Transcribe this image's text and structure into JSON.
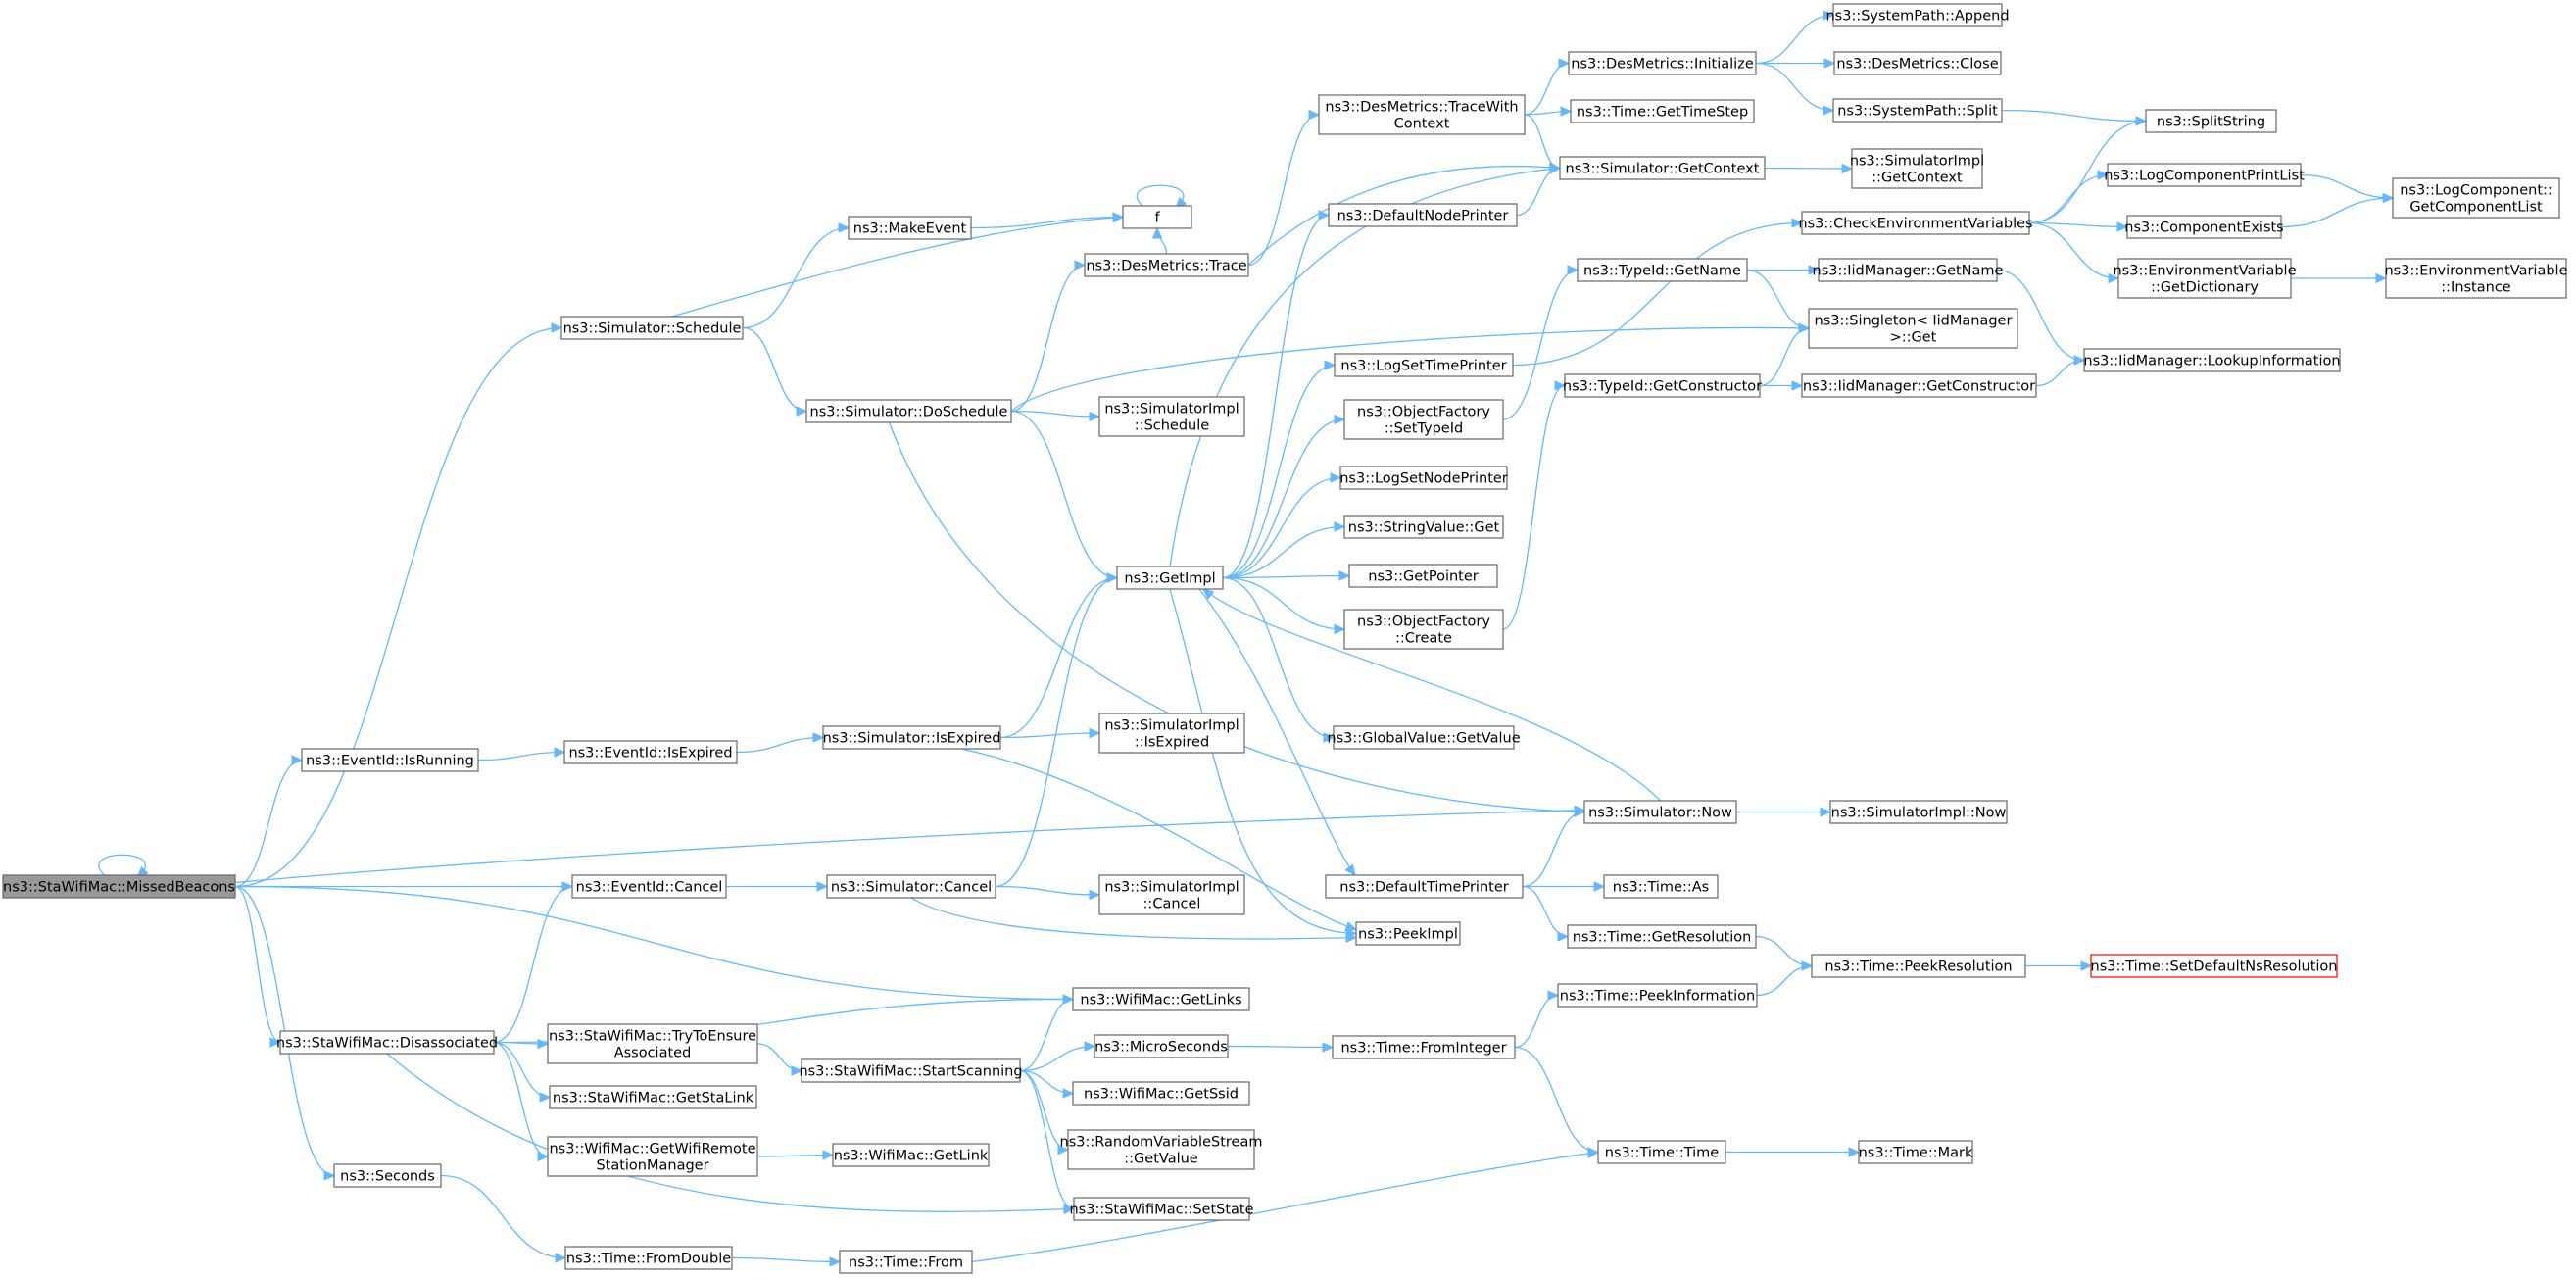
{
  "graph": {
    "type": "call-graph",
    "colors": {
      "edge": "#63b8ff",
      "node_border": "#666666",
      "root_fill": "#999999",
      "truncated_border": "#ff0000"
    },
    "nodes": [
      {
        "id": "n0",
        "label": [
          "ns3::StaWifiMac::MissedBeacons"
        ],
        "style": "root"
      },
      {
        "id": "n1",
        "label": [
          "ns3::Simulator::Schedule"
        ]
      },
      {
        "id": "n2",
        "label": [
          "ns3::EventId::IsRunning"
        ]
      },
      {
        "id": "n3",
        "label": [
          "ns3::EventId::Cancel"
        ]
      },
      {
        "id": "n4",
        "label": [
          "ns3::StaWifiMac::Disassociated"
        ]
      },
      {
        "id": "n5",
        "label": [
          "ns3::Seconds"
        ]
      },
      {
        "id": "n6",
        "label": [
          "ns3::MakeEvent"
        ]
      },
      {
        "id": "n7",
        "label": [
          "f"
        ]
      },
      {
        "id": "n8",
        "label": [
          "ns3::Simulator::DoSchedule"
        ]
      },
      {
        "id": "n9",
        "label": [
          "ns3::DesMetrics::Trace"
        ]
      },
      {
        "id": "n10",
        "label": [
          "ns3::SimulatorImpl",
          "::Schedule"
        ]
      },
      {
        "id": "n11",
        "label": [
          "ns3::GetImpl"
        ]
      },
      {
        "id": "n12",
        "label": [
          "ns3::EventId::IsExpired"
        ]
      },
      {
        "id": "n13",
        "label": [
          "ns3::Simulator::IsExpired"
        ]
      },
      {
        "id": "n14",
        "label": [
          "ns3::SimulatorImpl",
          "::IsExpired"
        ]
      },
      {
        "id": "n15",
        "label": [
          "ns3::Simulator::Cancel"
        ]
      },
      {
        "id": "n16",
        "label": [
          "ns3::SimulatorImpl",
          "::Cancel"
        ]
      },
      {
        "id": "n17",
        "label": [
          "ns3::PeekImpl"
        ]
      },
      {
        "id": "n18",
        "label": [
          "ns3::WifiMac::GetLinks"
        ]
      },
      {
        "id": "n19",
        "label": [
          "ns3::StaWifiMac::TryToEnsure",
          "Associated"
        ]
      },
      {
        "id": "n20",
        "label": [
          "ns3::StaWifiMac::StartScanning"
        ]
      },
      {
        "id": "n21",
        "label": [
          "ns3::StaWifiMac::GetStaLink"
        ]
      },
      {
        "id": "n22",
        "label": [
          "ns3::WifiMac::GetWifiRemote",
          "StationManager"
        ]
      },
      {
        "id": "n23",
        "label": [
          "ns3::WifiMac::GetLink"
        ]
      },
      {
        "id": "n24",
        "label": [
          "ns3::StaWifiMac::SetState"
        ]
      },
      {
        "id": "n25",
        "label": [
          "ns3::Time::FromDouble"
        ]
      },
      {
        "id": "n26",
        "label": [
          "ns3::Time::From"
        ]
      },
      {
        "id": "n27",
        "label": [
          "ns3::MicroSeconds"
        ]
      },
      {
        "id": "n28",
        "label": [
          "ns3::WifiMac::GetSsid"
        ]
      },
      {
        "id": "n29",
        "label": [
          "ns3::RandomVariableStream",
          "::GetValue"
        ]
      },
      {
        "id": "n30",
        "label": [
          "ns3::DesMetrics::TraceWith",
          "Context"
        ]
      },
      {
        "id": "n31",
        "label": [
          "ns3::DefaultNodePrinter"
        ]
      },
      {
        "id": "n32",
        "label": [
          "ns3::LogSetTimePrinter"
        ]
      },
      {
        "id": "n33",
        "label": [
          "ns3::ObjectFactory",
          "::SetTypeId"
        ]
      },
      {
        "id": "n34",
        "label": [
          "ns3::LogSetNodePrinter"
        ]
      },
      {
        "id": "n35",
        "label": [
          "ns3::StringValue::Get"
        ]
      },
      {
        "id": "n36",
        "label": [
          "ns3::GetPointer"
        ]
      },
      {
        "id": "n37",
        "label": [
          "ns3::ObjectFactory",
          "::Create"
        ]
      },
      {
        "id": "n38",
        "label": [
          "ns3::GlobalValue::GetValue"
        ]
      },
      {
        "id": "n39",
        "label": [
          "ns3::DefaultTimePrinter"
        ]
      },
      {
        "id": "n40",
        "label": [
          "ns3::Simulator::Now"
        ]
      },
      {
        "id": "n41",
        "label": [
          "ns3::SimulatorImpl::Now"
        ]
      },
      {
        "id": "n42",
        "label": [
          "ns3::Time::As"
        ]
      },
      {
        "id": "n43",
        "label": [
          "ns3::Time::GetResolution"
        ]
      },
      {
        "id": "n44",
        "label": [
          "ns3::Time::PeekResolution"
        ]
      },
      {
        "id": "n45",
        "label": [
          "ns3::Time::SetDefaultNsResolution"
        ],
        "style": "truncated"
      },
      {
        "id": "n46",
        "label": [
          "ns3::Time::PeekInformation"
        ]
      },
      {
        "id": "n47",
        "label": [
          "ns3::Time::FromInteger"
        ]
      },
      {
        "id": "n48",
        "label": [
          "ns3::Time::Time"
        ]
      },
      {
        "id": "n49",
        "label": [
          "ns3::Time::Mark"
        ]
      },
      {
        "id": "n50",
        "label": [
          "ns3::DesMetrics::Initialize"
        ]
      },
      {
        "id": "n51",
        "label": [
          "ns3::Time::GetTimeStep"
        ]
      },
      {
        "id": "n52",
        "label": [
          "ns3::Simulator::GetContext"
        ]
      },
      {
        "id": "n53",
        "label": [
          "ns3::SystemPath::Append"
        ]
      },
      {
        "id": "n54",
        "label": [
          "ns3::DesMetrics::Close"
        ]
      },
      {
        "id": "n55",
        "label": [
          "ns3::SystemPath::Split"
        ]
      },
      {
        "id": "n56",
        "label": [
          "ns3::SplitString"
        ]
      },
      {
        "id": "n57",
        "label": [
          "ns3::SimulatorImpl",
          "::GetContext"
        ]
      },
      {
        "id": "n58",
        "label": [
          "ns3::CheckEnvironmentVariables"
        ]
      },
      {
        "id": "n59",
        "label": [
          "ns3::LogComponentPrintList"
        ]
      },
      {
        "id": "n60",
        "label": [
          "ns3::LogComponent::",
          "GetComponentList"
        ]
      },
      {
        "id": "n61",
        "label": [
          "ns3::ComponentExists"
        ]
      },
      {
        "id": "n62",
        "label": [
          "ns3::EnvironmentVariable",
          "::GetDictionary"
        ]
      },
      {
        "id": "n63",
        "label": [
          "ns3::EnvironmentVariable",
          "::Instance"
        ]
      },
      {
        "id": "n64",
        "label": [
          "ns3::TypeId::GetName"
        ]
      },
      {
        "id": "n65",
        "label": [
          "ns3::IidManager::GetName"
        ]
      },
      {
        "id": "n66",
        "label": [
          "ns3::Singleton< IidManager",
          " >::Get"
        ]
      },
      {
        "id": "n67",
        "label": [
          "ns3::IidManager::LookupInformation"
        ]
      },
      {
        "id": "n68",
        "label": [
          "ns3::TypeId::GetConstructor"
        ]
      },
      {
        "id": "n69",
        "label": [
          "ns3::IidManager::GetConstructor"
        ]
      }
    ],
    "edges": [
      [
        "n0",
        "n0"
      ],
      [
        "n0",
        "n1"
      ],
      [
        "n0",
        "n2"
      ],
      [
        "n0",
        "n3"
      ],
      [
        "n0",
        "n4"
      ],
      [
        "n0",
        "n5"
      ],
      [
        "n0",
        "n18"
      ],
      [
        "n0",
        "n40"
      ],
      [
        "n1",
        "n6"
      ],
      [
        "n1",
        "n7"
      ],
      [
        "n1",
        "n8"
      ],
      [
        "n6",
        "n7"
      ],
      [
        "n7",
        "n7"
      ],
      [
        "n8",
        "n9"
      ],
      [
        "n8",
        "n10"
      ],
      [
        "n8",
        "n11"
      ],
      [
        "n8",
        "n40"
      ],
      [
        "n8",
        "n66"
      ],
      [
        "n9",
        "n7"
      ],
      [
        "n9",
        "n30"
      ],
      [
        "n9",
        "n52"
      ],
      [
        "n2",
        "n12"
      ],
      [
        "n12",
        "n13"
      ],
      [
        "n13",
        "n11"
      ],
      [
        "n13",
        "n14"
      ],
      [
        "n13",
        "n17"
      ],
      [
        "n3",
        "n15"
      ],
      [
        "n15",
        "n11"
      ],
      [
        "n15",
        "n16"
      ],
      [
        "n15",
        "n17"
      ],
      [
        "n4",
        "n3"
      ],
      [
        "n4",
        "n18"
      ],
      [
        "n4",
        "n19"
      ],
      [
        "n4",
        "n21"
      ],
      [
        "n4",
        "n22"
      ],
      [
        "n4",
        "n24"
      ],
      [
        "n19",
        "n20"
      ],
      [
        "n20",
        "n18"
      ],
      [
        "n20",
        "n27"
      ],
      [
        "n20",
        "n28"
      ],
      [
        "n20",
        "n29"
      ],
      [
        "n20",
        "n24"
      ],
      [
        "n22",
        "n23"
      ],
      [
        "n5",
        "n25"
      ],
      [
        "n25",
        "n26"
      ],
      [
        "n26",
        "n48"
      ],
      [
        "n27",
        "n47"
      ],
      [
        "n47",
        "n46"
      ],
      [
        "n47",
        "n48"
      ],
      [
        "n46",
        "n44"
      ],
      [
        "n48",
        "n49"
      ],
      [
        "n11",
        "n31"
      ],
      [
        "n11",
        "n32"
      ],
      [
        "n11",
        "n33"
      ],
      [
        "n11",
        "n34"
      ],
      [
        "n11",
        "n35"
      ],
      [
        "n11",
        "n36"
      ],
      [
        "n11",
        "n37"
      ],
      [
        "n11",
        "n38"
      ],
      [
        "n11",
        "n39"
      ],
      [
        "n11",
        "n17"
      ],
      [
        "n11",
        "n52"
      ],
      [
        "n31",
        "n52"
      ],
      [
        "n32",
        "n58"
      ],
      [
        "n33",
        "n64"
      ],
      [
        "n37",
        "n68"
      ],
      [
        "n39",
        "n40"
      ],
      [
        "n39",
        "n42"
      ],
      [
        "n39",
        "n43"
      ],
      [
        "n40",
        "n41"
      ],
      [
        "n40",
        "n11"
      ],
      [
        "n43",
        "n44"
      ],
      [
        "n44",
        "n45"
      ],
      [
        "n30",
        "n50"
      ],
      [
        "n30",
        "n51"
      ],
      [
        "n30",
        "n52"
      ],
      [
        "n50",
        "n53"
      ],
      [
        "n50",
        "n54"
      ],
      [
        "n50",
        "n55"
      ],
      [
        "n55",
        "n56"
      ],
      [
        "n52",
        "n57"
      ],
      [
        "n58",
        "n56"
      ],
      [
        "n58",
        "n59"
      ],
      [
        "n58",
        "n61"
      ],
      [
        "n58",
        "n62"
      ],
      [
        "n59",
        "n60"
      ],
      [
        "n61",
        "n60"
      ],
      [
        "n62",
        "n63"
      ],
      [
        "n64",
        "n65"
      ],
      [
        "n64",
        "n66"
      ],
      [
        "n65",
        "n67"
      ],
      [
        "n68",
        "n66"
      ],
      [
        "n68",
        "n69"
      ],
      [
        "n69",
        "n67"
      ]
    ]
  }
}
